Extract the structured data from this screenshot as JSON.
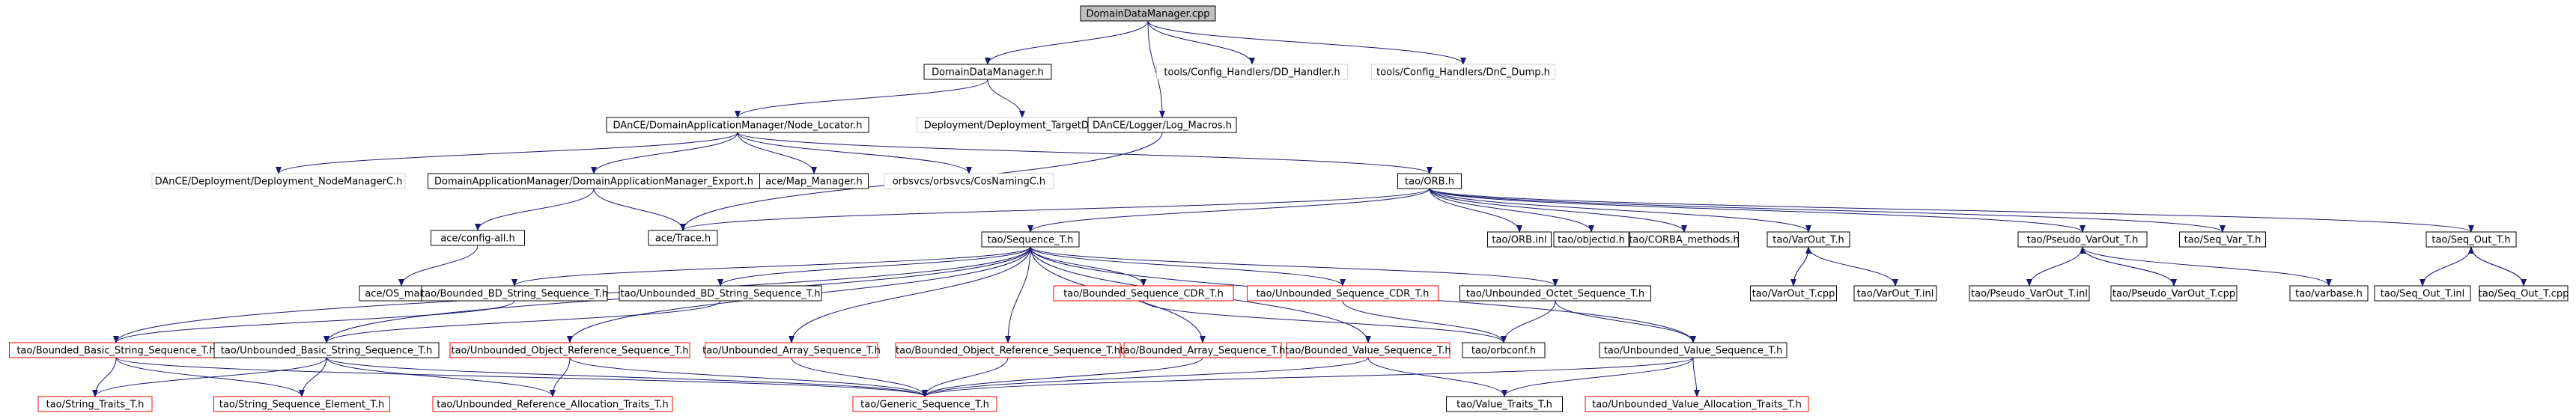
{
  "colors": {
    "edge": "#191970",
    "root_fill": "#bfbfbf",
    "box_black": "#000000",
    "box_red": "#ff0000",
    "box_gray": "#d3d3d3",
    "text": "#000000"
  },
  "nodes": [
    {
      "id": "n_root",
      "label": "DomainDataManager.cpp",
      "style": "root"
    },
    {
      "id": "n_ddm_h",
      "label": "DomainDataManager.h",
      "style": "black"
    },
    {
      "id": "n_dd_handler",
      "label": "tools/Config_Handlers/DD_Handler.h",
      "style": "gray"
    },
    {
      "id": "n_dnc_dump",
      "label": "tools/Config_Handlers/DnC_Dump.h",
      "style": "gray"
    },
    {
      "id": "n_node_locator",
      "label": "DAnCE/DomainApplicationManager/Node_Locator.h",
      "style": "black"
    },
    {
      "id": "n_target_datac",
      "label": "Deployment/Deployment_TargetDataC.h",
      "style": "gray"
    },
    {
      "id": "n_log_macros",
      "label": "DAnCE/Logger/Log_Macros.h",
      "style": "black"
    },
    {
      "id": "n_node_managerc",
      "label": "DAnCE/Deployment/Deployment_NodeManagerC.h",
      "style": "gray"
    },
    {
      "id": "n_dam_export",
      "label": "DomainApplicationManager/DomainApplicationManager_Export.h",
      "style": "black"
    },
    {
      "id": "n_map_manager",
      "label": "ace/Map_Manager.h",
      "style": "black"
    },
    {
      "id": "n_cosnamingc",
      "label": "orbsvcs/orbsvcs/CosNamingC.h",
      "style": "gray"
    },
    {
      "id": "n_orb_h",
      "label": "tao/ORB.h",
      "style": "black"
    },
    {
      "id": "n_config_all",
      "label": "ace/config-all.h",
      "style": "black"
    },
    {
      "id": "n_trace",
      "label": "ace/Trace.h",
      "style": "black"
    },
    {
      "id": "n_os_main",
      "label": "ace/OS_main.h",
      "style": "black"
    },
    {
      "id": "n_sequence_t",
      "label": "tao/Sequence_T.h",
      "style": "black"
    },
    {
      "id": "n_orb_inl",
      "label": "tao/ORB.inl",
      "style": "black"
    },
    {
      "id": "n_objectid",
      "label": "tao/objectid.h",
      "style": "black"
    },
    {
      "id": "n_corba_methods",
      "label": "tao/CORBA_methods.h",
      "style": "black"
    },
    {
      "id": "n_varout_t",
      "label": "tao/VarOut_T.h",
      "style": "black"
    },
    {
      "id": "n_pseudo_varout_t",
      "label": "tao/Pseudo_VarOut_T.h",
      "style": "black"
    },
    {
      "id": "n_seq_var_t",
      "label": "tao/Seq_Var_T.h",
      "style": "black"
    },
    {
      "id": "n_seq_out_t",
      "label": "tao/Seq_Out_T.h",
      "style": "black"
    },
    {
      "id": "n_varout_cpp",
      "label": "tao/VarOut_T.cpp",
      "style": "black"
    },
    {
      "id": "n_varout_inl",
      "label": "tao/VarOut_T.inl",
      "style": "black"
    },
    {
      "id": "n_pseudo_varout_inl",
      "label": "tao/Pseudo_VarOut_T.inl",
      "style": "black"
    },
    {
      "id": "n_pseudo_varout_cpp",
      "label": "tao/Pseudo_VarOut_T.cpp",
      "style": "black"
    },
    {
      "id": "n_varbase",
      "label": "tao/varbase.h",
      "style": "black"
    },
    {
      "id": "n_seq_out_inl",
      "label": "tao/Seq_Out_T.inl",
      "style": "black"
    },
    {
      "id": "n_seq_out_cpp",
      "label": "tao/Seq_Out_T.cpp",
      "style": "black"
    },
    {
      "id": "n_bounded_bd",
      "label": "tao/Bounded_BD_String_Sequence_T.h",
      "style": "black"
    },
    {
      "id": "n_unbounded_bd",
      "label": "tao/Unbounded_BD_String_Sequence_T.h",
      "style": "black"
    },
    {
      "id": "n_bounded_cdr",
      "label": "tao/Bounded_Sequence_CDR_T.h",
      "style": "red"
    },
    {
      "id": "n_unbounded_cdr",
      "label": "tao/Unbounded_Sequence_CDR_T.h",
      "style": "red"
    },
    {
      "id": "n_unbounded_octet",
      "label": "tao/Unbounded_Octet_Sequence_T.h",
      "style": "black"
    },
    {
      "id": "n_bounded_basic",
      "label": "tao/Bounded_Basic_String_Sequence_T.h",
      "style": "red"
    },
    {
      "id": "n_unbounded_basic",
      "label": "tao/Unbounded_Basic_String_Sequence_T.h",
      "style": "black"
    },
    {
      "id": "n_unbounded_objref",
      "label": "tao/Unbounded_Object_Reference_Sequence_T.h",
      "style": "red"
    },
    {
      "id": "n_unbounded_array",
      "label": "tao/Unbounded_Array_Sequence_T.h",
      "style": "red"
    },
    {
      "id": "n_bounded_objref",
      "label": "tao/Bounded_Object_Reference_Sequence_T.h",
      "style": "red"
    },
    {
      "id": "n_bounded_array",
      "label": "tao/Bounded_Array_Sequence_T.h",
      "style": "red"
    },
    {
      "id": "n_bounded_value",
      "label": "tao/Bounded_Value_Sequence_T.h",
      "style": "red"
    },
    {
      "id": "n_orbconf",
      "label": "tao/orbconf.h",
      "style": "black"
    },
    {
      "id": "n_unbounded_value",
      "label": "tao/Unbounded_Value_Sequence_T.h",
      "style": "black"
    },
    {
      "id": "n_string_traits",
      "label": "tao/String_Traits_T.h",
      "style": "red"
    },
    {
      "id": "n_string_seq_elem",
      "label": "tao/String_Sequence_Element_T.h",
      "style": "red"
    },
    {
      "id": "n_unbounded_ref_alloc",
      "label": "tao/Unbounded_Reference_Allocation_Traits_T.h",
      "style": "red"
    },
    {
      "id": "n_generic_seq",
      "label": "tao/Generic_Sequence_T.h",
      "style": "red"
    },
    {
      "id": "n_value_traits",
      "label": "tao/Value_Traits_T.h",
      "style": "black"
    },
    {
      "id": "n_unbounded_value_alloc",
      "label": "tao/Unbounded_Value_Allocation_Traits_T.h",
      "style": "red"
    }
  ]
}
